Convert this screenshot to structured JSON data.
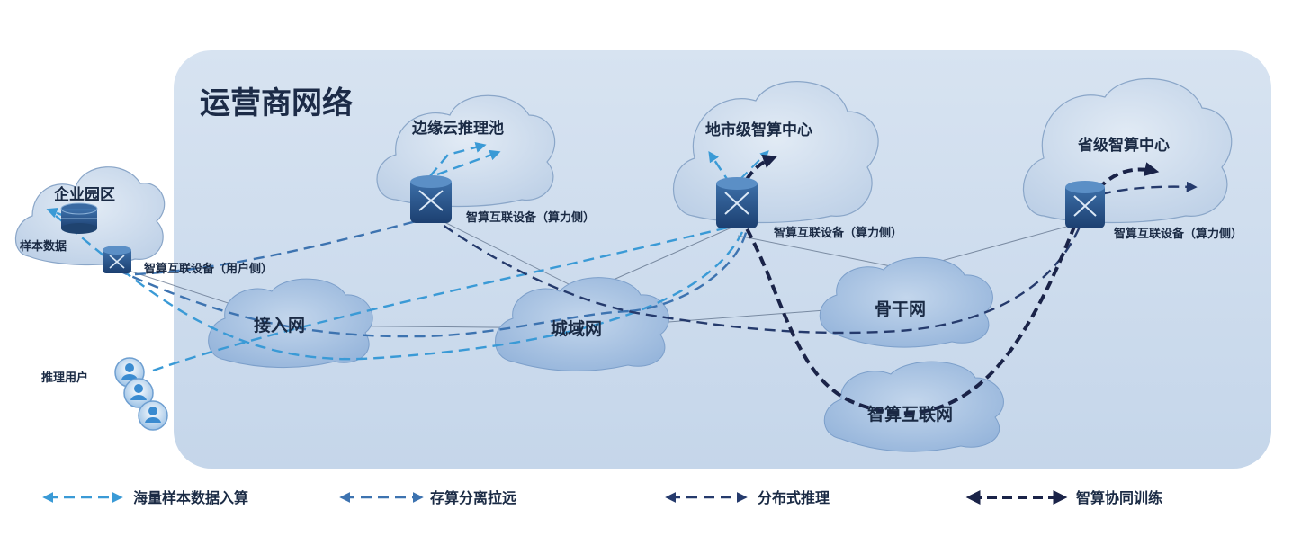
{
  "title": "运营商网络",
  "clouds": {
    "enterprise": "企业园区",
    "edge_pool": "边缘云推理池",
    "city_center": "地市级智算中心",
    "province_center": "省级智算中心"
  },
  "labels": {
    "sample_data": "样本数据",
    "inference_users": "推理用户"
  },
  "devices": {
    "user_side": "智算互联设备（用户侧）",
    "edge_compute_side": "智算互联设备（算力侧）",
    "city_compute_side": "智算互联设备（算力侧）",
    "province_compute_side": "智算互联设备（算力侧）"
  },
  "networks": {
    "access": "接入网",
    "metro": "城域网",
    "backbone": "骨干网",
    "intelligent": "智算互联网"
  },
  "legend": [
    {
      "label": "海量样本数据入算",
      "color": "#3a9ad6"
    },
    {
      "label": "存算分离拉远",
      "color": "#3d73b0"
    },
    {
      "label": "分布式推理",
      "color": "#253a6c"
    },
    {
      "label": "智算协同训练",
      "color": "#1a2348"
    }
  ],
  "colors": {
    "panel": "#c9d8ea",
    "cloud": "#cfdcec",
    "net_cloud": "#a9c3e2",
    "device": "#2c5a92"
  }
}
